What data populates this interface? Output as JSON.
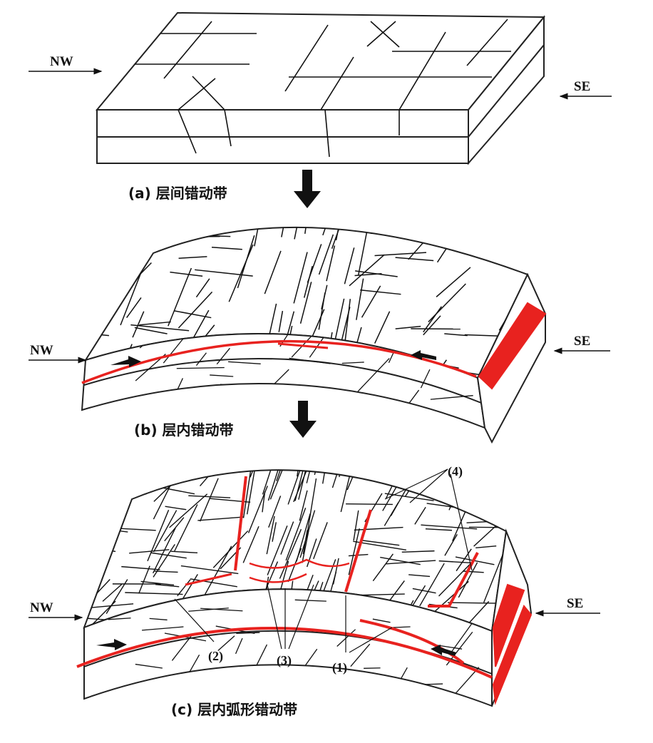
{
  "directions": {
    "nw": "NW",
    "se": "SE"
  },
  "captions": {
    "a": "(a) 层间错动带",
    "b": "(b) 层内错动带",
    "c": "(c) 层内弧形错动带"
  },
  "markers": {
    "m1": "(1)",
    "m2": "(2)",
    "m3": "(3)",
    "m4": "(4)"
  },
  "colors": {
    "fault": "#e8221f",
    "line": "#111111"
  }
}
